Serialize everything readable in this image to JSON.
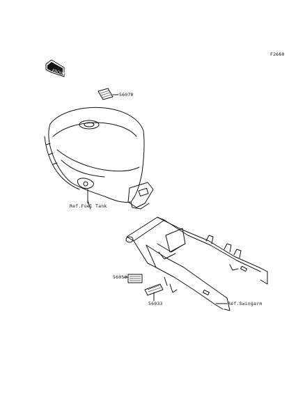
{
  "figure_code": "F2660",
  "front_badge": "FRONT",
  "labels": {
    "tank_label_part": "56070",
    "fuel_tank_ref": "Ref.Fuel Tank",
    "label_part_a": "56053",
    "label_part_b": "56033",
    "swingarm_ref": "Ref.Swingarm"
  }
}
